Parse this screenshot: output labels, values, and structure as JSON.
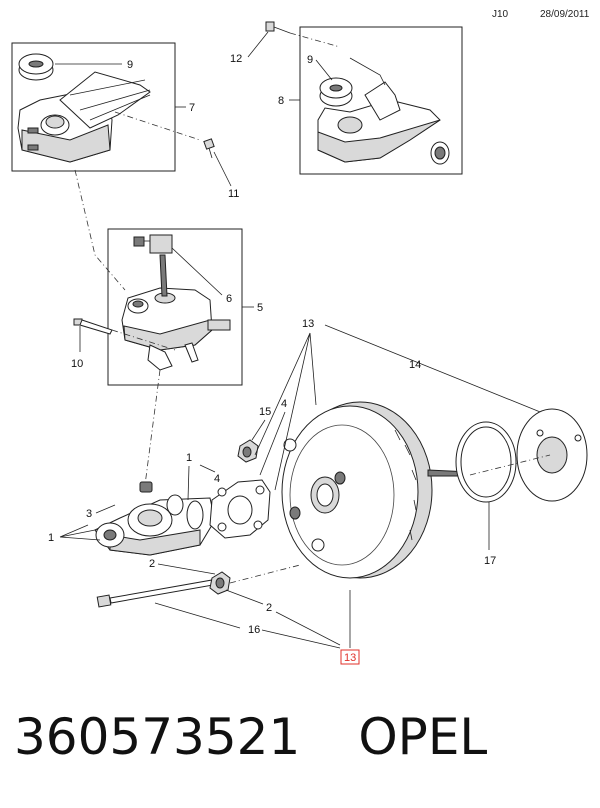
{
  "header": {
    "code": "J10",
    "date": "28/09/2011"
  },
  "callouts": {
    "c1a": "1",
    "c1b": "1",
    "c2a": "2",
    "c2b": "2",
    "c3": "3",
    "c4a": "4",
    "c4b": "4",
    "c5": "5",
    "c6": "6",
    "c7": "7",
    "c8": "8",
    "c9a": "9",
    "c9b": "9",
    "c10": "10",
    "c11": "11",
    "c12": "12",
    "c13a": "13",
    "c13b": "13",
    "c14": "14",
    "c15": "15",
    "c16": "16",
    "c17": "17"
  },
  "highlight_color": "#e0302a",
  "footer": {
    "part_number": "360573521",
    "brand": "OPEL"
  }
}
